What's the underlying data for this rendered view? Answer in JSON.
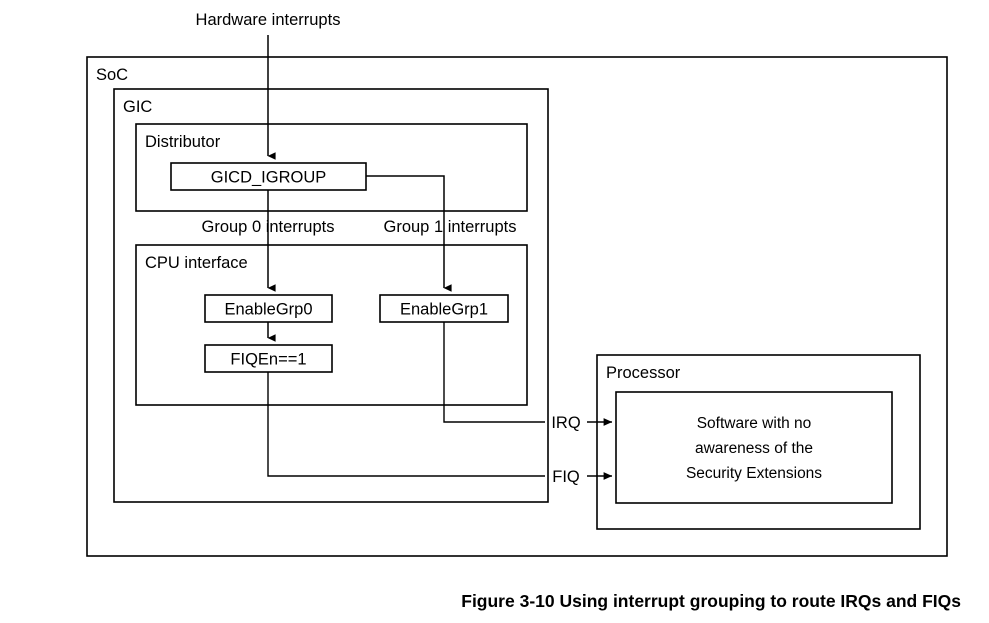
{
  "figure": {
    "caption": "Figure 3-10 Using interrupt grouping to route IRQs and FIQs",
    "top_input_label": "Hardware interrupts"
  },
  "containers": {
    "soc": "SoC",
    "gic": "GIC",
    "distributor": "Distributor",
    "cpu_interface": "CPU interface",
    "processor": "Processor"
  },
  "blocks": {
    "igroup": "GICD_IGROUP",
    "enable_grp0": "EnableGrp0",
    "enable_grp1": "EnableGrp1",
    "fiqen": "FIQEn==1",
    "software_line1": "Software with no",
    "software_line2": "awareness of the",
    "software_line3": "Security Extensions"
  },
  "signals": {
    "group0": "Group 0 interrupts",
    "group1": "Group 1 interrupts",
    "irq": "IRQ",
    "fiq": "FIQ"
  },
  "colors": {
    "stroke": "#000000",
    "fill": "#ffffff",
    "text": "#000000"
  }
}
